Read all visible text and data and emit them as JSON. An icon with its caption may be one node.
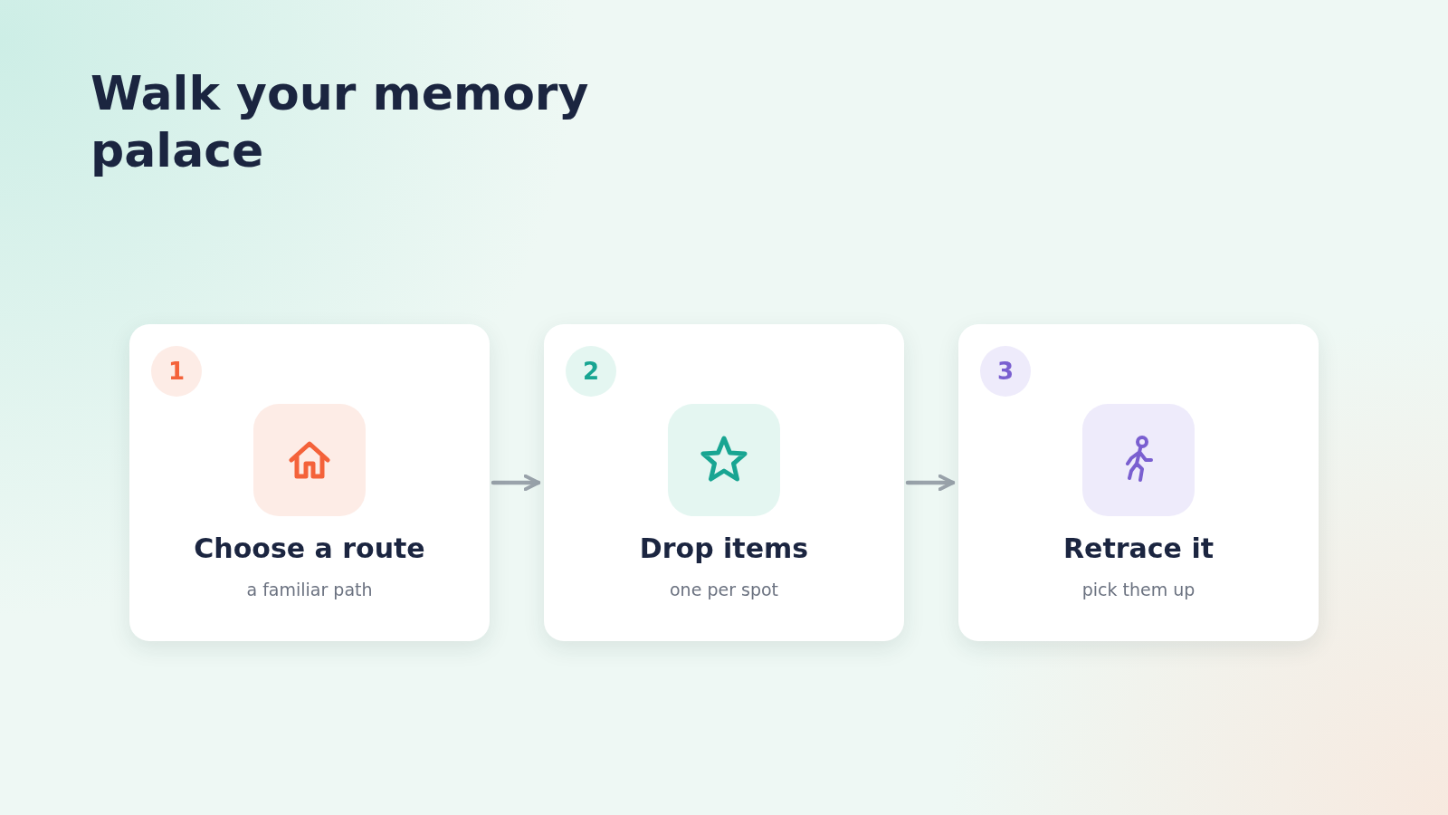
{
  "diagram": {
    "title": "Walk your memory palace",
    "nodes": [
      {
        "text": [
          "1",
          "Choose a route",
          "a familiar path"
        ]
      },
      {
        "text": [
          "2",
          "Drop items",
          "one per spot"
        ]
      },
      {
        "text": [
          "3",
          "Retrace it",
          "pick them up"
        ]
      }
    ],
    "edges": [
      {
        "from": 0,
        "to": 1,
        "arrow": "to"
      },
      {
        "from": 1,
        "to": 2,
        "arrow": "to"
      }
    ]
  }
}
